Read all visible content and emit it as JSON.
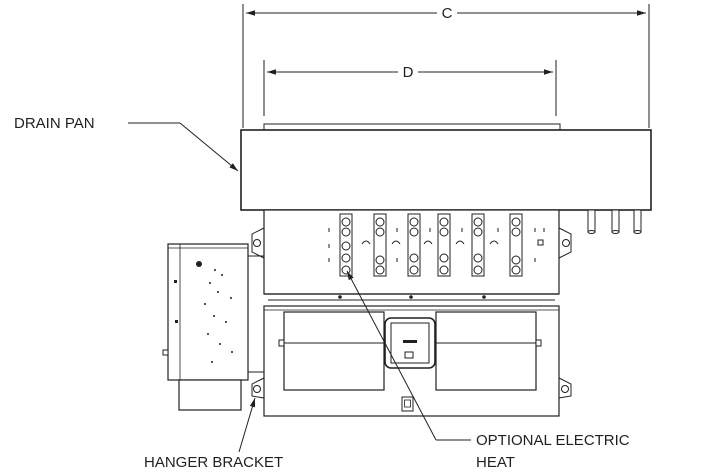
{
  "dimensions": {
    "c": "C",
    "d": "D"
  },
  "callouts": {
    "drain_pan": "DRAIN PAN",
    "hanger_bracket": "HANGER BRACKET",
    "optional_electric_heat_line1": "OPTIONAL ELECTRIC",
    "optional_electric_heat_line2": "HEAT"
  },
  "colors": {
    "ink": "#231f20",
    "background": "#ffffff"
  }
}
